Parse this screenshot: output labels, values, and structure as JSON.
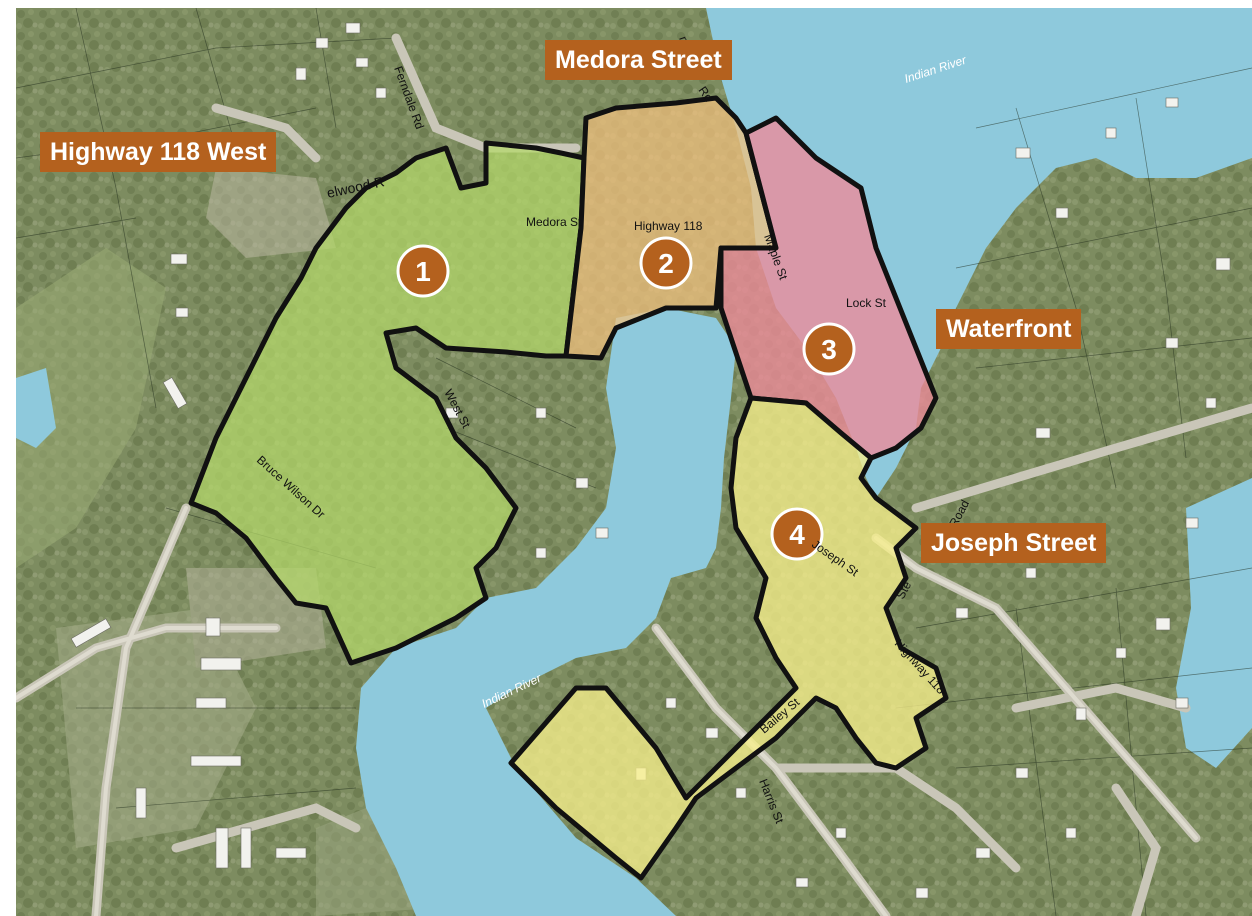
{
  "districts": [
    {
      "number": "1",
      "name": "Highway 118 West",
      "color": "#b4d96a"
    },
    {
      "number": "2",
      "name": "Medora Street",
      "color": "#f0c07e"
    },
    {
      "number": "3",
      "name": "Waterfront",
      "color": "#ee8a9a"
    },
    {
      "number": "4",
      "name": "Joseph Street",
      "color": "#f6ee8a"
    }
  ],
  "street_labels": {
    "ferndale": "Ferndale Rd",
    "elwood": "elwood R",
    "medora": "Medora St",
    "highway118_center": "Highway 118",
    "maple": "Maple St",
    "lock": "Lock St",
    "west": "West St",
    "bruce_wilson": "Bruce Wilson Dr",
    "joseph": "Joseph St",
    "highway118_south": "Highway 118",
    "bailey": "Bailey St",
    "harris": "Harris St",
    "top_rd": "Rd",
    "top_nsit": "nsit",
    "steph": "Ste",
    "road_tail": "Road"
  },
  "water_labels": {
    "indian_river_north": "Indian River",
    "indian_river_south": "Indian River"
  },
  "colors": {
    "water": "#8ec9dc",
    "land": "#7a8a5e",
    "outline": "#111111",
    "banner": "#b4611e",
    "marker": "#b4611e"
  }
}
